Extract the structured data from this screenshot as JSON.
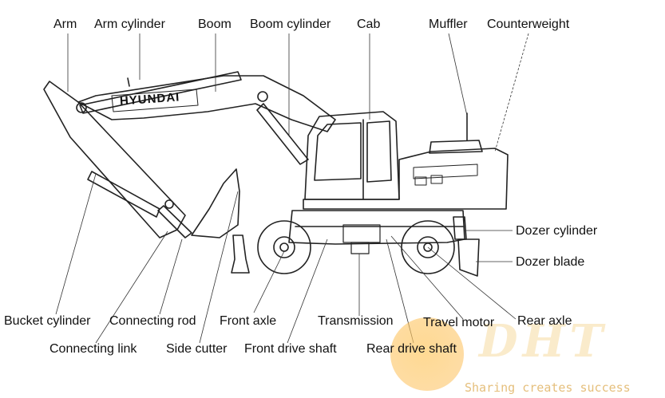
{
  "labels": {
    "arm": "Arm",
    "arm_cylinder": "Arm cylinder",
    "boom": "Boom",
    "boom_cylinder": "Boom cylinder",
    "cab": "Cab",
    "muffler": "Muffler",
    "counterweight": "Counterweight",
    "dozer_cylinder": "Dozer cylinder",
    "dozer_blade": "Dozer blade",
    "rear_axle": "Rear axle",
    "travel_motor": "Travel motor",
    "transmission": "Transmission",
    "front_axle": "Front axle",
    "connecting_rod": "Connecting rod",
    "bucket_cylinder": "Bucket cylinder",
    "connecting_link": "Connecting link",
    "side_cutter": "Side cutter",
    "front_drive_shaft": "Front drive shaft",
    "rear_drive_shaft": "Rear drive shaft"
  },
  "machine": {
    "brand_text": "HYUNDAI"
  },
  "watermark": {
    "letters": "DHT",
    "tagline": "Sharing creates success"
  },
  "colors": {
    "line": "#222222",
    "watermark_orange": "#f5b041"
  }
}
